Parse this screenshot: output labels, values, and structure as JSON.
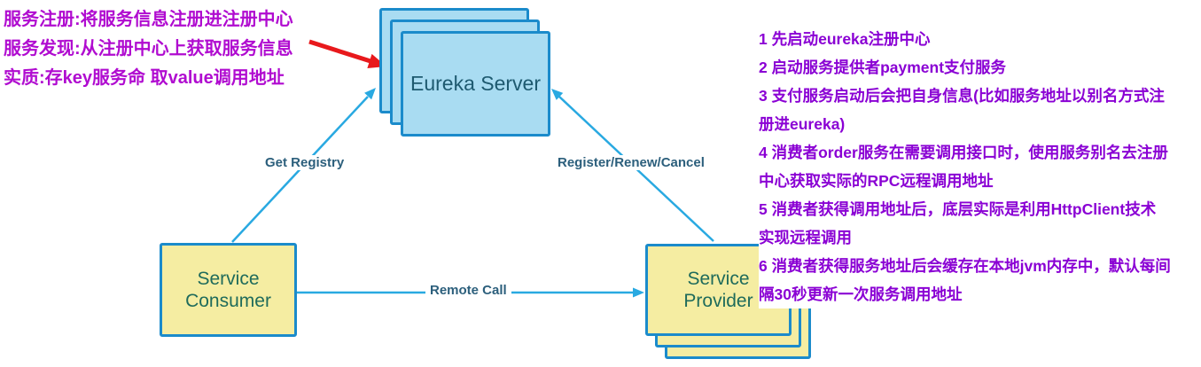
{
  "colors": {
    "line_blue": "#29A9E1",
    "box_border": "#1B8BCB",
    "eureka_fill": "#A9DCF2",
    "service_fill": "#F5EDA2",
    "eureka_text": "#1E5A70",
    "service_text": "#1F6B5B",
    "edge_label_text": "#2C5F7C",
    "annotation_left_text": "#B00BD0",
    "notes_right_text": "#8A00D4",
    "red_arrow": "#E8191C"
  },
  "nodes": {
    "eureka_server": {
      "label": "Eureka Server"
    },
    "service_consumer": {
      "line1": "Service",
      "line2": "Consumer"
    },
    "service_provider": {
      "line1": "Service",
      "line2": "Provider"
    }
  },
  "edges": {
    "get_registry": {
      "label": "Get Registry"
    },
    "register_renew_cancel": {
      "label": "Register/Renew/Cancel"
    },
    "remote_call": {
      "label": "Remote Call"
    }
  },
  "annotation_left": {
    "lines": [
      "服务注册:将服务信息注册进注册中心",
      "服务发现:从注册中心上获取服务信息",
      "实质:存key服务命 取value调用地址"
    ]
  },
  "notes_right": {
    "lines": [
      "1 先启动eureka注册中心",
      "2 启动服务提供者payment支付服务",
      "3 支付服务启动后会把自身信息(比如服务地址以别名方式注",
      "册进eureka)",
      "4 消费者order服务在需要调用接口时，使用服务别名去注册",
      "中心获取实际的RPC远程调用地址",
      "5 消费者获得调用地址后，底层实际是利用HttpClient技术",
      "实现远程调用",
      "6 消费者获得服务地址后会缓存在本地jvm内存中，默认每间",
      "隔30秒更新一次服务调用地址"
    ]
  }
}
